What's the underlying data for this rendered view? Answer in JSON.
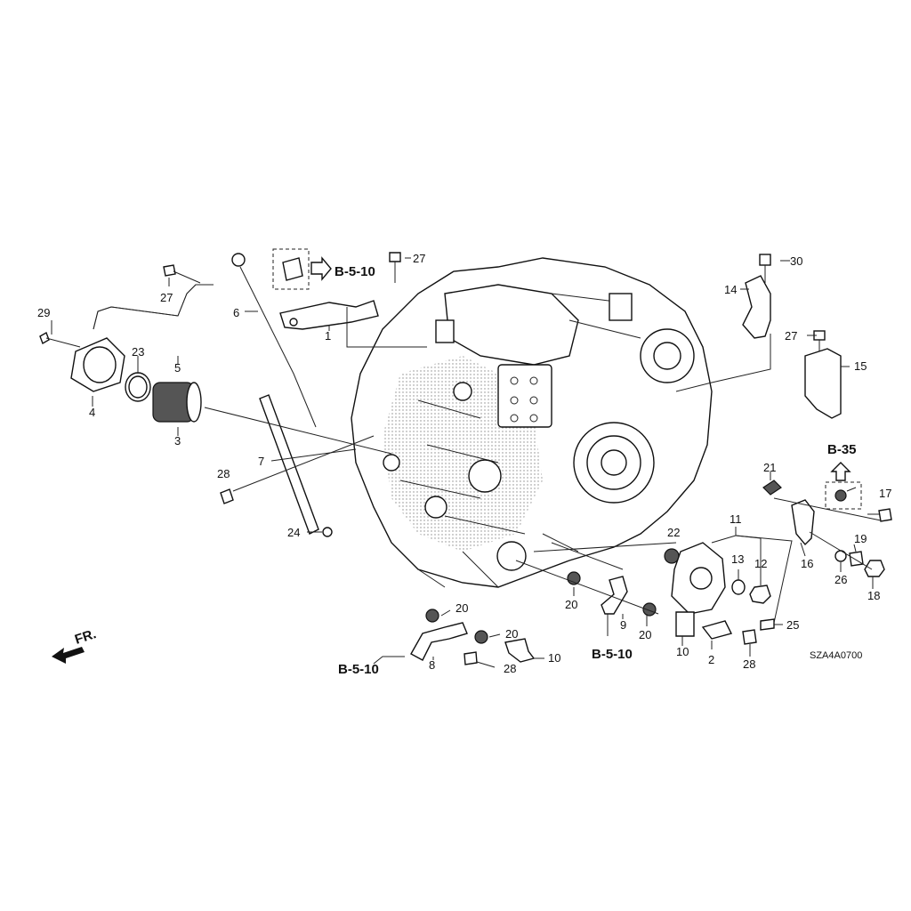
{
  "diagram": {
    "code": "SZA4A0700",
    "front_label": "FR.",
    "refs": {
      "b510": "B-5-10",
      "b35": "B-35"
    },
    "callouts": {
      "c1": "1",
      "c2": "2",
      "c3": "3",
      "c4": "4",
      "c5": "5",
      "c6": "6",
      "c7": "7",
      "c8": "8",
      "c9": "9",
      "c10": "10",
      "c11": "11",
      "c12": "12",
      "c13": "13",
      "c14": "14",
      "c15": "15",
      "c16": "16",
      "c17": "17",
      "c18": "18",
      "c19": "19",
      "c20": "20",
      "c21": "21",
      "c22": "22",
      "c23": "23",
      "c24": "24",
      "c25": "25",
      "c26": "26",
      "c27": "27",
      "c28": "28",
      "c29": "29",
      "c30": "30"
    }
  }
}
